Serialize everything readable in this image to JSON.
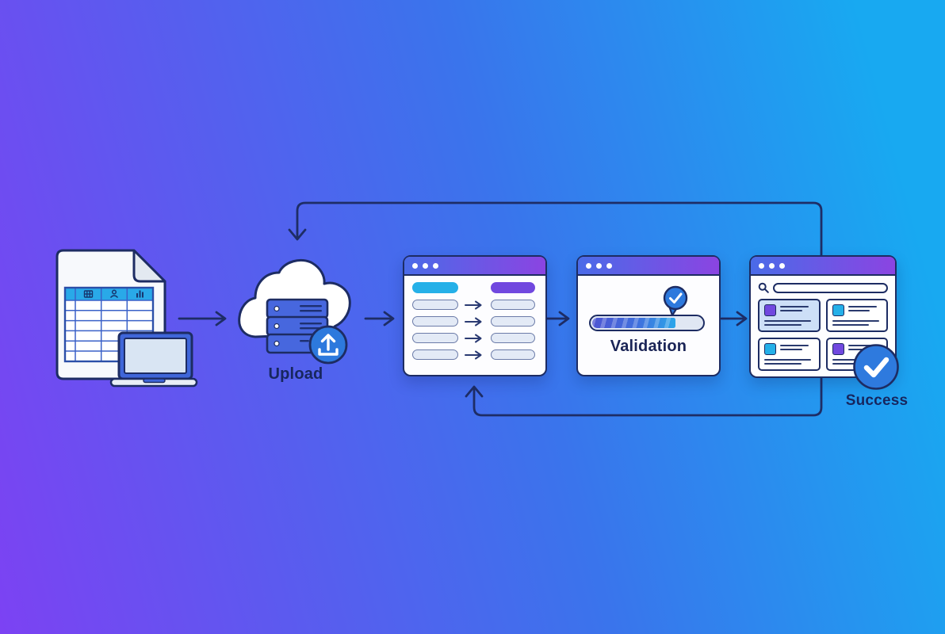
{
  "background": {
    "gradient": [
      "#7c42f3",
      "#5d59ef",
      "#3a74ec",
      "#18a9f1"
    ]
  },
  "palette": {
    "outline": "#1d2c63",
    "titlebar_left": "#4a6be8",
    "titlebar_right": "#8b44e2",
    "cyan_accent": "#25b0e8",
    "purple_accent": "#7148df",
    "badge_blue": "#2d79dd",
    "pill_fill": "#e3eaf6",
    "card_highlight": "#cddff7"
  },
  "flow": {
    "stage_arrows": 4,
    "loop_arrows": [
      "retry-to-upload",
      "retry-to-mapping"
    ]
  },
  "spreadsheet": {
    "header_icons": [
      "table-grid-icon",
      "user-icon",
      "bar-chart-icon"
    ],
    "columns": 4,
    "data_rows": 6
  },
  "upload": {
    "label": "Upload",
    "badge_icon": "upload-arrow-icon",
    "server_rows": 3
  },
  "mapping": {
    "window_dots": 3,
    "source_header_color": "#25b0e8",
    "target_header_color": "#7148df",
    "row_pairs": 4
  },
  "validation": {
    "label": "Validation",
    "progress_percent": 74,
    "status_icon": "check-icon",
    "window_dots": 3
  },
  "success": {
    "label": "Success",
    "search_icon": "search-icon",
    "window_dots": 3,
    "badge_icon": "check-icon",
    "cards": [
      {
        "accent": "#7148df",
        "highlighted": true
      },
      {
        "accent": "#25b0e8",
        "highlighted": false
      },
      {
        "accent": "#25b0e8",
        "highlighted": false
      },
      {
        "accent": "#7148df",
        "highlighted": false
      }
    ]
  }
}
